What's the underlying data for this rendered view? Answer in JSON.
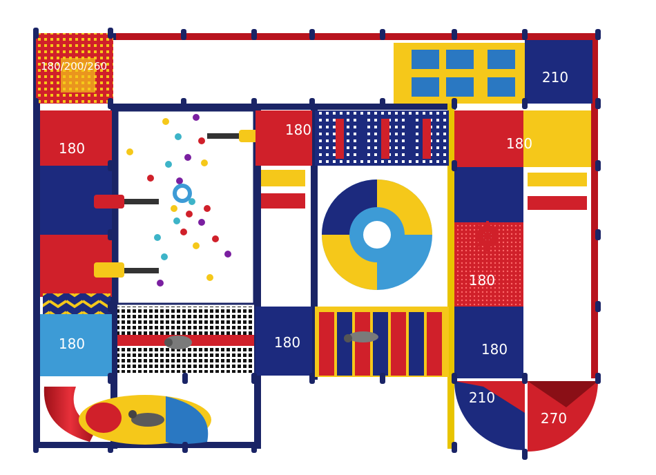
{
  "colors": {
    "red": "#d0202a",
    "navy": "#1c2a7e",
    "yellow": "#f5c81a",
    "sky": "#3d9bd6",
    "frame_navy": "#1a2466",
    "frame_red": "#b8141e",
    "frame_yellow": "#e8c400",
    "ball_pool": "#ffffff",
    "net": "#111111"
  },
  "deck_labels": {
    "tower_top_left": "180/200/260",
    "top_right": "210",
    "left_upper": "180",
    "center_upper": "180",
    "right_upper": "180",
    "right_middle": "180",
    "left_lower": "180",
    "center_lower": "180",
    "right_lower": "180",
    "quarter_left": "210",
    "quarter_right": "270"
  },
  "icons": {
    "spinner": "spider-spinner-icon",
    "tube": "crawl-tube-icon",
    "cannon": "ball-cannon-icon",
    "child": "child-figure-icon"
  }
}
